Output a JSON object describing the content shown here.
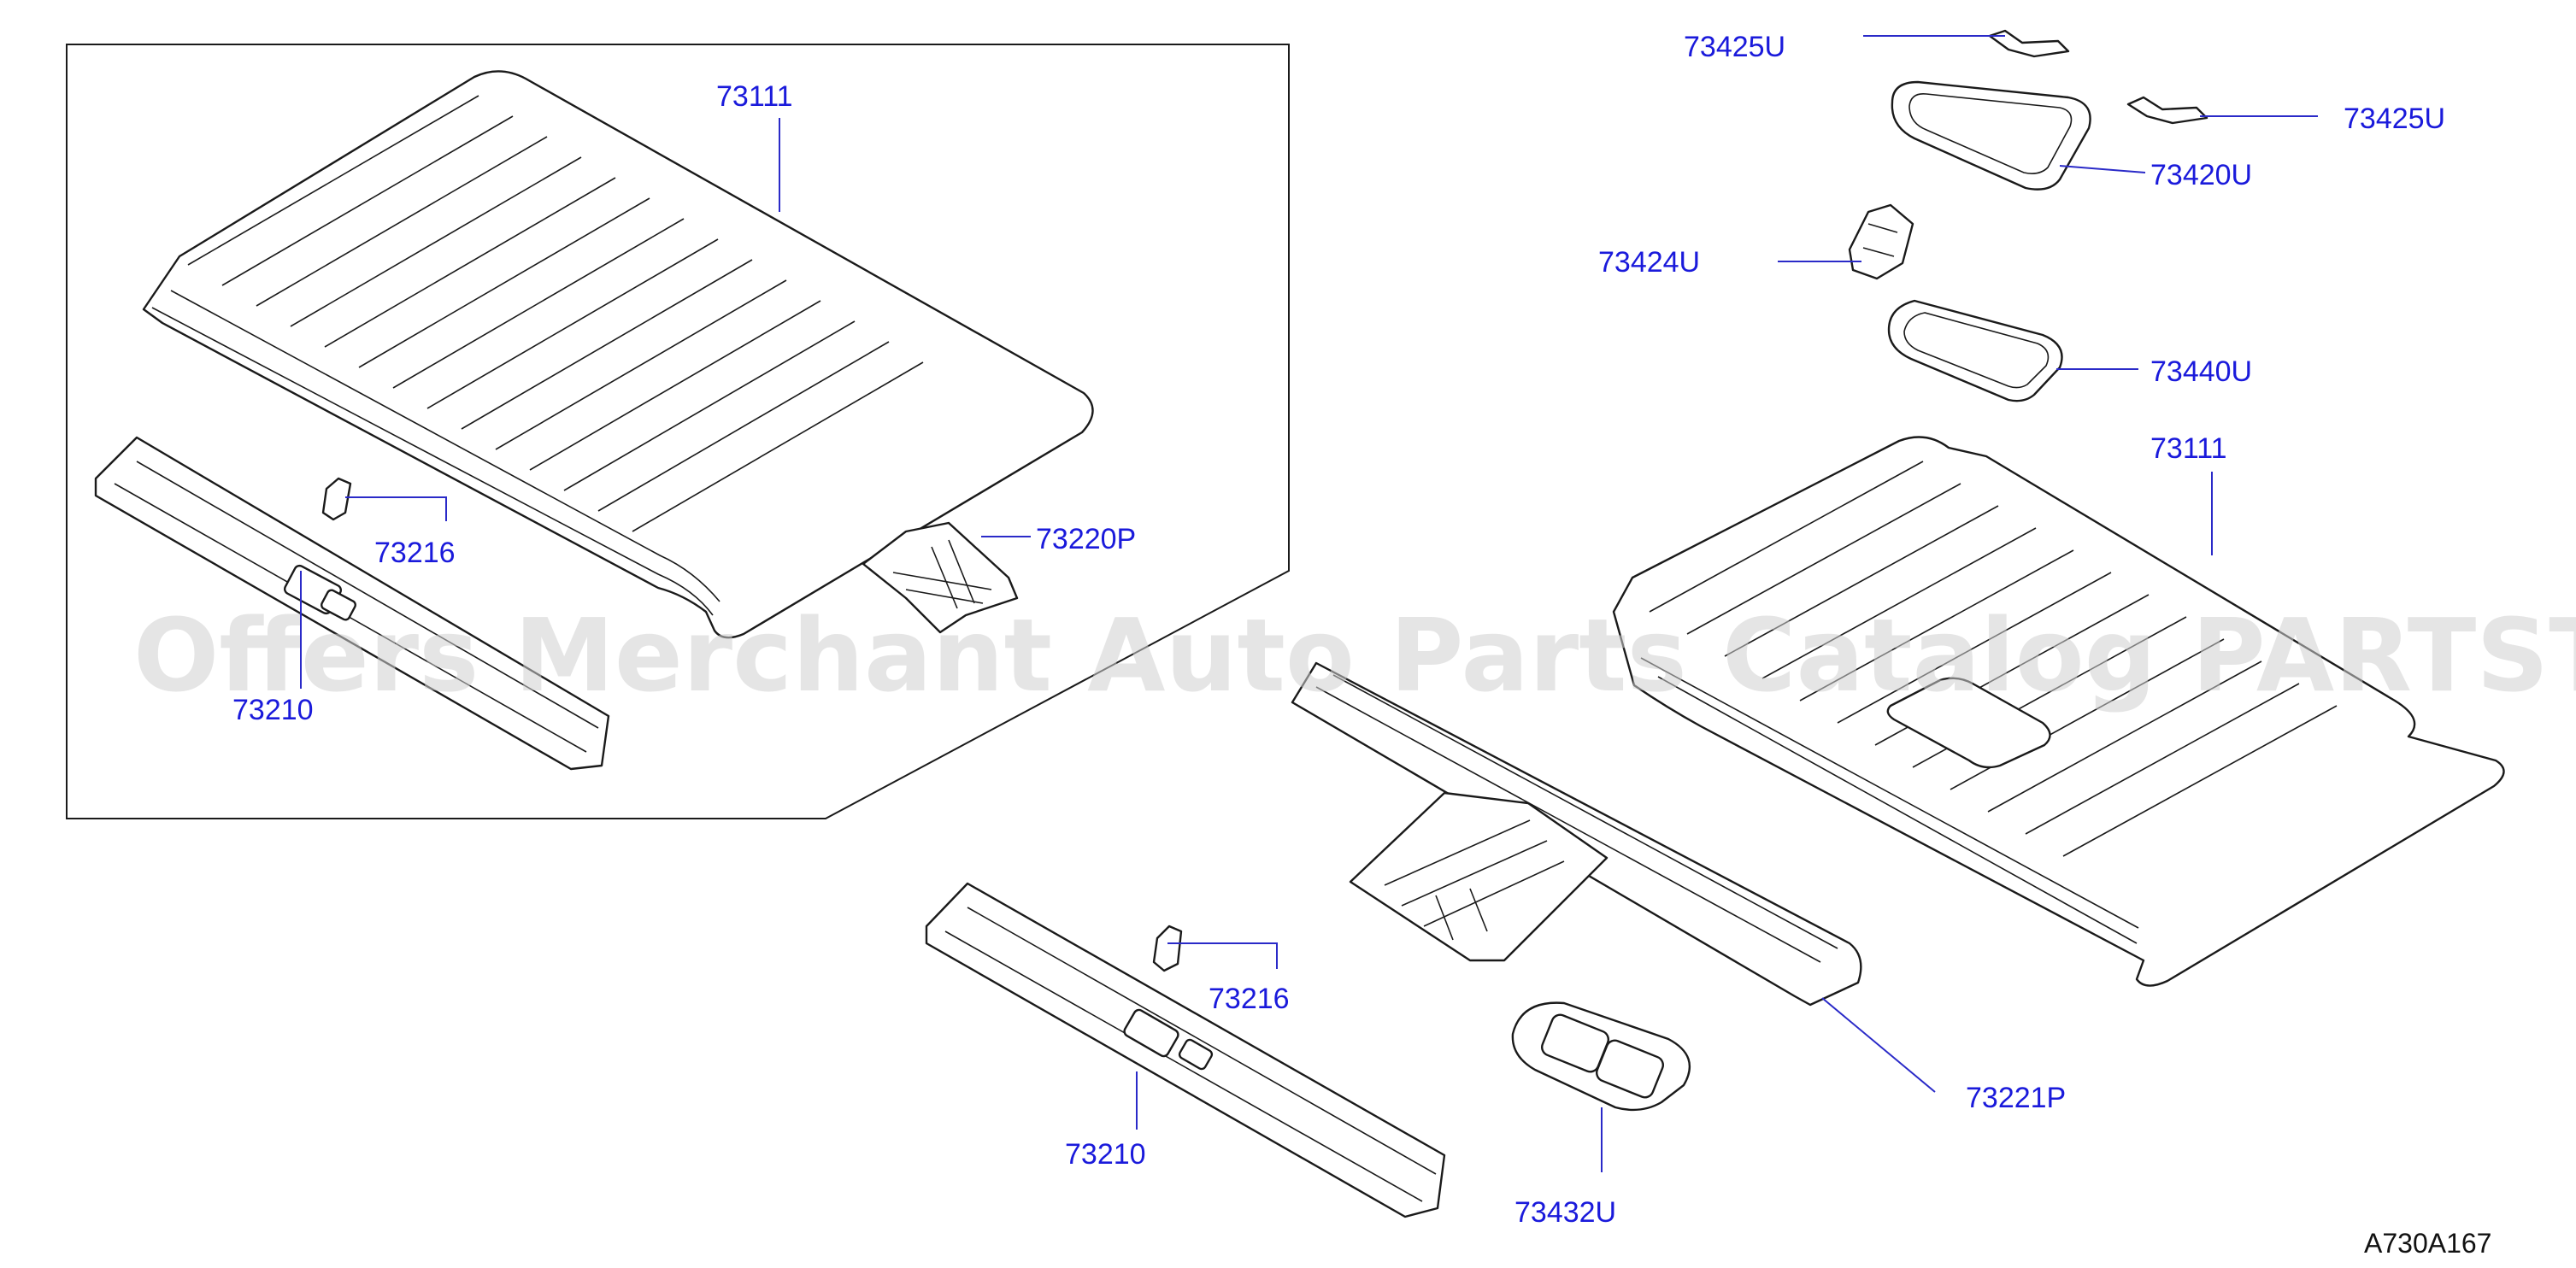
{
  "figure_code": "A730A167",
  "watermark": "Offers Merchant Auto Parts Catalog PARTSTORE.SA",
  "labels": {
    "inset_roof": "73111",
    "inset_bracket": "73216",
    "inset_bow": "73220P",
    "inset_rail": "73210",
    "top_bracket_left": "73425U",
    "top_bracket_right": "73425U",
    "sunroof_frame": "73420U",
    "latch": "73424U",
    "sunroof_seal": "73440U",
    "main_roof": "73111",
    "main_bracket": "73216",
    "main_bow": "73221P",
    "main_rail": "73210",
    "console_base": "73432U"
  }
}
